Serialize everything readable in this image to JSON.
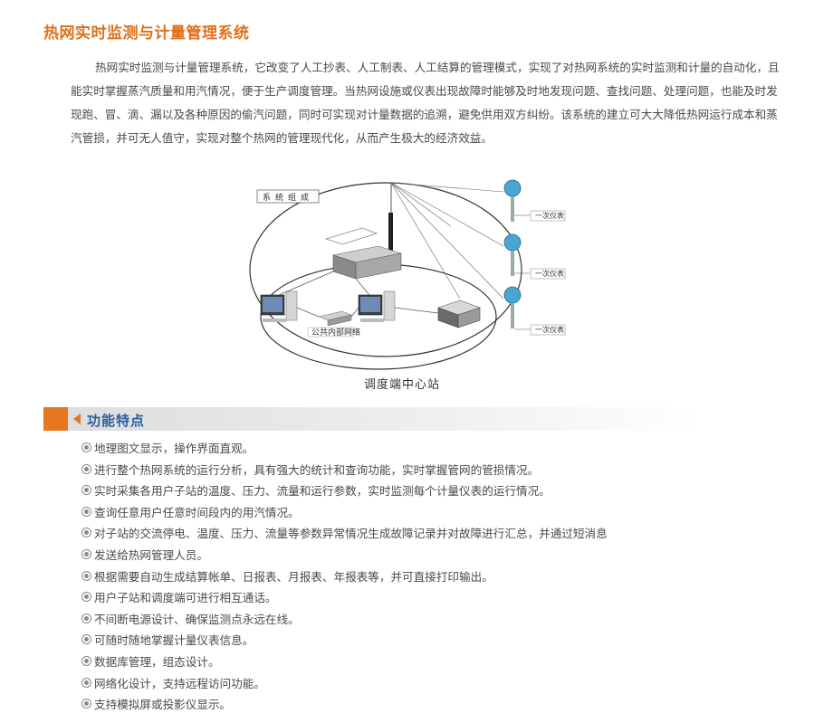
{
  "title": "热网实时监测与计量管理系统",
  "intro": "热网实时监测与计量管理系统，它改变了人工抄表、人工制表、人工结算的管理模式，实现了对热网系统的实时监测和计量的自动化，且能实时掌握蒸汽质量和用汽情况，便于生产调度管理。当热网设施或仪表出现故障时能够及时地发现问题、查找问题、处理问题，也能及时发现跑、冒、滴、漏以及各种原因的偷汽问题，同时可实现对计量数据的追溯，避免供用双方纠纷。该系统的建立可大大降低热网运行成本和蒸汽管损，并可无人值守，实现对整个热网的管理现代化，从而产生极大的经济效益。",
  "diagram": {
    "system_label": "系统组成",
    "instrument_labels": [
      "一次仪表",
      "一次仪表",
      "一次仪表"
    ],
    "hub_label": "公共内部网络",
    "caption": "调度端中心站"
  },
  "features_section": {
    "heading": "功能特点",
    "items": [
      "地理图文显示，操作界面直观。",
      "进行整个热网系统的运行分析，具有强大的统计和查询功能，实时掌握管网的管损情况。",
      "实时采集各用户子站的温度、压力、流量和运行参数，实时监测每个计量仪表的运行情况。",
      "查询任意用户任意时间段内的用汽情况。",
      "对子站的交流停电、温度、压力、流量等参数异常情况生成故障记录并对故障进行汇总，并通过短消息",
      "发送给热网管理人员。",
      "根据需要自动生成结算帐单、日报表、月报表、年报表等，并可直接打印输出。",
      "用户子站和调度端可进行相互通话。",
      "不间断电源设计、确保监测点永远在线。",
      "可随时随地掌握计量仪表信息。",
      "数据库管理，组态设计。",
      "网络化设计，支持远程访问功能。",
      "支持模拟屏或投影仪显示。"
    ]
  },
  "colors": {
    "title": "#e0701a",
    "accent_orange": "#e5771e",
    "section_heading": "#2a5d9f"
  }
}
